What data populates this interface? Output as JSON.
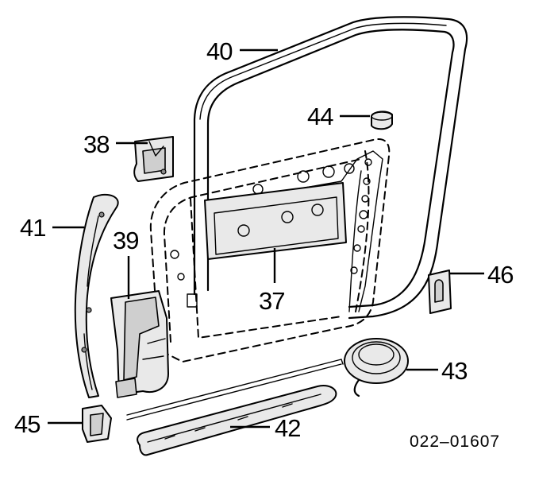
{
  "callouts": {
    "c37": "37",
    "c38": "38",
    "c39": "39",
    "c40": "40",
    "c41": "41",
    "c42": "42",
    "c43": "43",
    "c44": "44",
    "c45": "45",
    "c46": "46"
  },
  "reference_code": "022–01607"
}
